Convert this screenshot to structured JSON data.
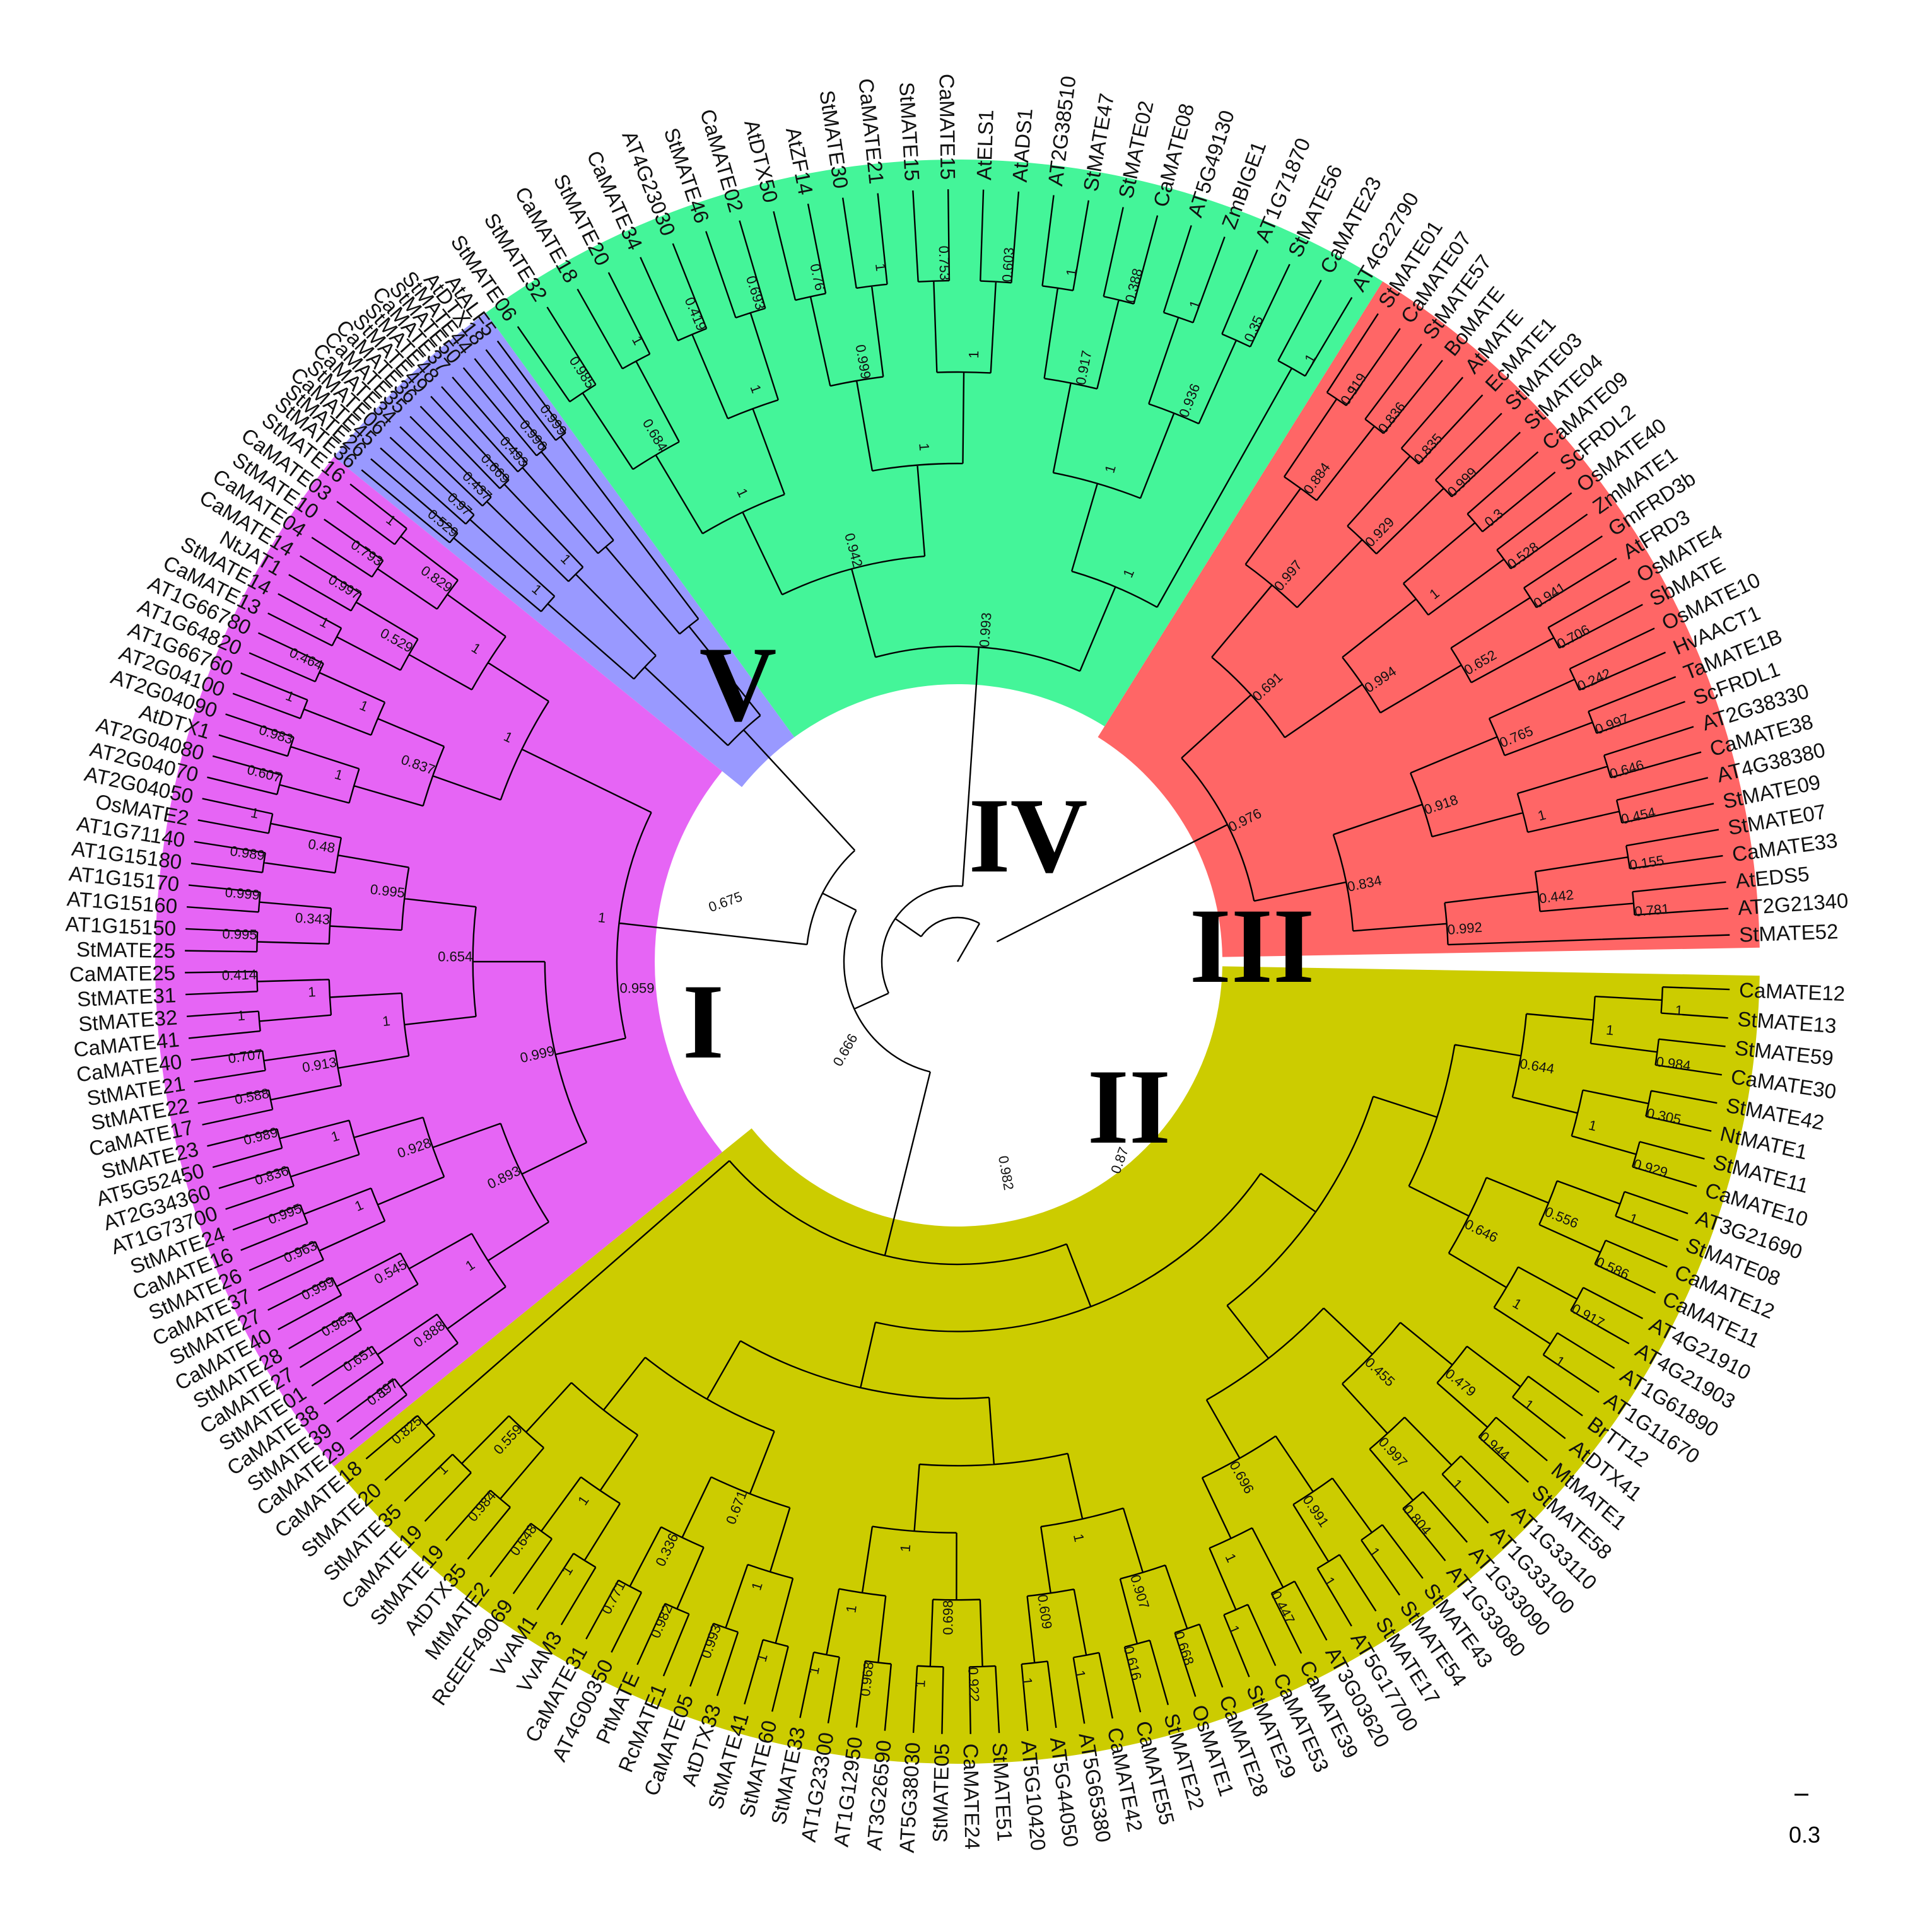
{
  "tree": {
    "clades": [
      {
        "numeral": "I",
        "color": "#e665f5",
        "tips": [
          "CaMATE29",
          "StMATE39",
          "CaMATE38",
          "StMATE01",
          "CaMATE27",
          "StMATE28",
          "CaMATE40",
          "StMATE27",
          "CaMATE37",
          "StMATE26",
          "CaMATE16",
          "StMATE24",
          "AT1G73700",
          "AT2G34360",
          "AT5G52450",
          "StMATE23",
          "CaMATE17",
          "StMATE22",
          "StMATE21",
          "CaMATE40",
          "CaMATE41",
          "StMATE32",
          "StMATE31",
          "CaMATE25",
          "StMATE25",
          "AT1G15150",
          "AT1G15160",
          "AT1G15170",
          "AT1G15180",
          "AT1G71140",
          "OsMATE2",
          "AT2G04050",
          "AT2G04070",
          "AT2G04080",
          "AtDTX1",
          "AT2G04090",
          "AT2G04100",
          "AT1G66760",
          "AT1G64820",
          "AT1G66780",
          "CaMATE13",
          "StMATE14",
          "NtJAT1",
          "CaMATE14",
          "CaMATE04",
          "StMATE10",
          "CaMATE03",
          "StMATE16"
        ]
      },
      {
        "numeral": "II",
        "color": "#cccc00",
        "tips": [
          "CaMATE12",
          "StMATE13",
          "StMATE59",
          "CaMATE30",
          "StMATE42",
          "NtMATE1",
          "StMATE11",
          "CaMATE10",
          "AT3G21690",
          "StMATE08",
          "CaMATE12",
          "CaMATE11",
          "AT4G21910",
          "AT4G21903",
          "AT1G61890",
          "AT1G11670",
          "BrTT12",
          "AtDTX41",
          "MtMATE1",
          "StMATE58",
          "AT1G33110",
          "AT1G33100",
          "AT1G33090",
          "AT1G33080",
          "StMATE43",
          "StMATE54",
          "StMATE17",
          "AT5G17700",
          "AT3G03620",
          "CaMATE39",
          "CaMATE53",
          "StMATE29",
          "CaMATE28",
          "OsMATE1",
          "StMATE22",
          "CaMATE55",
          "CaMATE42",
          "AT5G65380",
          "AT5G44050",
          "AT5G10420",
          "StMATE51",
          "CaMATE24",
          "StMATE05",
          "AT5G38030",
          "AT3G26590",
          "AT1G12950",
          "AT1G23300",
          "StMATE33",
          "StMATE60",
          "StMATE41",
          "AtDTX33",
          "CaMATE05",
          "RcMATE1",
          "PtMATE",
          "AT4G00350",
          "CaMATE31",
          "VvAM3",
          "VvAM1",
          "RcEEF49069",
          "MtMATE2",
          "AtDTX35",
          "StMATE19",
          "CaMATE19",
          "StMATE35",
          "StMATE20",
          "CaMATE18"
        ]
      },
      {
        "numeral": "III",
        "color": "#ff6666",
        "tips": [
          "StMATE01",
          "CaMATE07",
          "StMATE57",
          "BoMATE",
          "AtMATE",
          "EcMATE1",
          "StMATE03",
          "StMATE04",
          "CaMATE09",
          "ScFRDL2",
          "OsMATE40",
          "ZmMATE1",
          "GmFRD3b",
          "AtFRD3",
          "OsMATE4",
          "SbMATE",
          "OsMATE10",
          "HvAACT1",
          "TaMATE1B",
          "ScFRDL1",
          "AT2G38330",
          "CaMATE38",
          "AT4G38380",
          "StMATE09",
          "StMATE07",
          "CaMATE33",
          "AtEDS5",
          "AT2G21340",
          "StMATE52"
        ]
      },
      {
        "numeral": "IV",
        "color": "#44f599",
        "tips": [
          "StMATE06",
          "StMATE32",
          "CaMATE18",
          "StMATE20",
          "CaMATE34",
          "AT4G23030",
          "StMATE46",
          "CaMATE02",
          "AtDTX50",
          "AtZF14",
          "StMATE30",
          "CaMATE21",
          "StMATE15",
          "CaMATE15",
          "AtELS1",
          "AtADS1",
          "AT2G38510",
          "StMATE47",
          "StMATE02",
          "CaMATE08",
          "AT5G49130",
          "ZmBIGE1",
          "AT1G71870",
          "StMATE56",
          "CaMATE23",
          "AT4G22790"
        ]
      },
      {
        "numeral": "V",
        "color": "#9999ff",
        "tips": [
          "StMATE36",
          "StMATE26",
          "CaMATE45",
          "StMATE06",
          "CaMATE34",
          "CaMATE35",
          "CaMATE36",
          "StMATE49",
          "StMATE48",
          "CaMATE37",
          "StMATE50",
          "StMATE44",
          "AtDTX18",
          "AtALF5"
        ]
      }
    ],
    "support": {
      "I": [
        "0.897",
        "0.651",
        "0.983",
        "0.999",
        "0.963",
        "0.995",
        "0.836",
        "0.989",
        "0.588",
        "0.707",
        "1",
        "0.414",
        "0.995",
        "0.999",
        "0.989",
        "1",
        "0.607",
        "0.983",
        "1",
        "0.464",
        "1",
        "0.997",
        "0.793",
        "1",
        "0.888",
        "0.545",
        "1",
        "1",
        "0.913",
        "1",
        "0.343",
        "0.48",
        "1",
        "1",
        "0.529",
        "0.829",
        "1",
        "0.928",
        "1",
        "0.995",
        "0.837",
        "1",
        "0.893",
        "0.654",
        "1",
        "0.999",
        "1",
        "1"
      ],
      "II": [
        "1",
        "0.984",
        "0.305",
        "0.929",
        "1",
        "0.586",
        "0.917",
        "1",
        "1",
        "0.944",
        "1",
        "0.804",
        "1",
        "1",
        "0.447",
        "1",
        "0.668",
        "0.616",
        "1",
        "1",
        "0.922",
        "1",
        "0.968",
        "1",
        "1",
        "0.993",
        "0.982",
        "0.771",
        "1",
        "0.648",
        "0.984",
        "1",
        "0.825",
        "1",
        "1",
        "0.556",
        "1",
        "0.479",
        "0.997",
        "0.991",
        "1",
        "0.907",
        "0.609",
        "0.698",
        "1",
        "1",
        "0.336",
        "1",
        "0.559",
        "0.644",
        "0.646",
        "0.455",
        "0.696",
        "1",
        "1",
        "0.671"
      ],
      "III": [
        "0.919",
        "0.836",
        "0.835",
        "0.999",
        "0.3",
        "0.528",
        "0.941",
        "0.706",
        "0.242",
        "0.997",
        "0.646",
        "0.454",
        "0.155",
        "0.781",
        "0.884",
        "0.929",
        "1",
        "0.652",
        "0.765",
        "1",
        "0.442",
        "0.997",
        "0.994",
        "0.918",
        "0.992",
        "0.691",
        "0.834",
        "0.976",
        "1"
      ],
      "IV": [
        "0.985",
        "1",
        "0.419",
        "0.693",
        "0.76",
        "1",
        "0.753",
        "0.603",
        "1",
        "0.388",
        "1",
        "0.35",
        "1",
        "0.684",
        "1",
        "0.999",
        "1",
        "0.917",
        "0.936",
        "1",
        "1",
        "1",
        "0.942",
        "1",
        "0.993"
      ],
      "V": [
        "0.529",
        "0.97",
        "0.437",
        "0.669",
        "0.493",
        "0.996",
        "0.999",
        "1",
        "1"
      ]
    },
    "deep_nodes": [
      {
        "value": "0.959",
        "large": true
      },
      {
        "value": "0.675",
        "large": false
      },
      {
        "value": "0.666",
        "large": false
      },
      {
        "value": "0.982",
        "large": true
      },
      {
        "value": "0.87",
        "large": false
      }
    ],
    "scale_bar": {
      "label": "0.3"
    }
  }
}
